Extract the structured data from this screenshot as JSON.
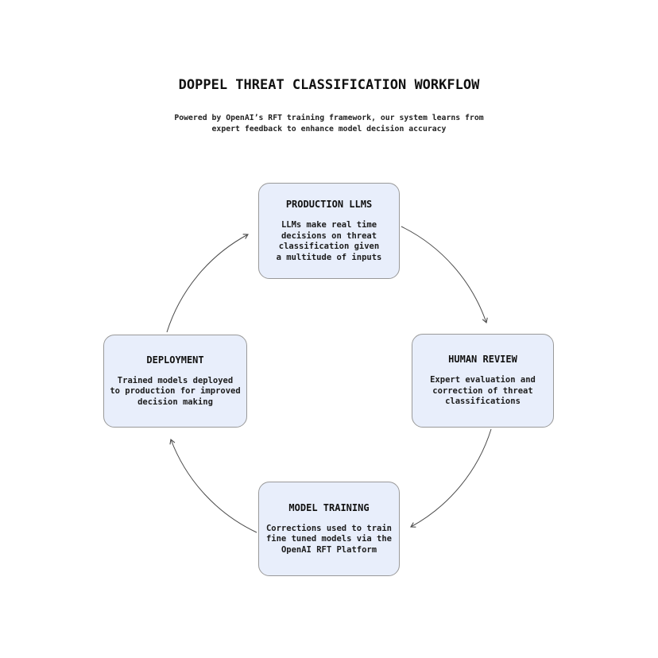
{
  "page": {
    "title": "DOPPEL THREAT CLASSIFICATION WORKFLOW",
    "subtitle_lines": [
      "Powered by OpenAI’s RFT training framework, our system learns from",
      "expert feedback to enhance model decision accuracy"
    ]
  },
  "diagram": {
    "type": "cycle",
    "direction": "clockwise",
    "nodes": [
      {
        "id": "production-llms",
        "position": "top",
        "title": "PRODUCTION LLMS",
        "lines": [
          "LLMs make real time",
          "decisions on threat",
          "classification given",
          "a multitude of inputs"
        ]
      },
      {
        "id": "human-review",
        "position": "right",
        "title": "HUMAN REVIEW",
        "lines": [
          "Expert evaluation and",
          "correction of threat",
          "classifications"
        ]
      },
      {
        "id": "model-training",
        "position": "bottom",
        "title": "MODEL TRAINING",
        "lines": [
          "Corrections used to train",
          "fine tuned models via the",
          "OpenAI RFT Platform"
        ]
      },
      {
        "id": "deployment",
        "position": "left",
        "title": "DEPLOYMENT",
        "lines": [
          "Trained models deployed",
          "to production for improved",
          "decision making"
        ]
      }
    ],
    "edges": [
      {
        "from": "production-llms",
        "to": "human-review"
      },
      {
        "from": "human-review",
        "to": "model-training"
      },
      {
        "from": "model-training",
        "to": "deployment"
      },
      {
        "from": "deployment",
        "to": "production-llms"
      }
    ],
    "colors": {
      "background": "#ffffff",
      "node_fill": "#e8eefb",
      "node_border": "#999999",
      "arrow": "#4a4a4a",
      "text": "#111111"
    }
  }
}
